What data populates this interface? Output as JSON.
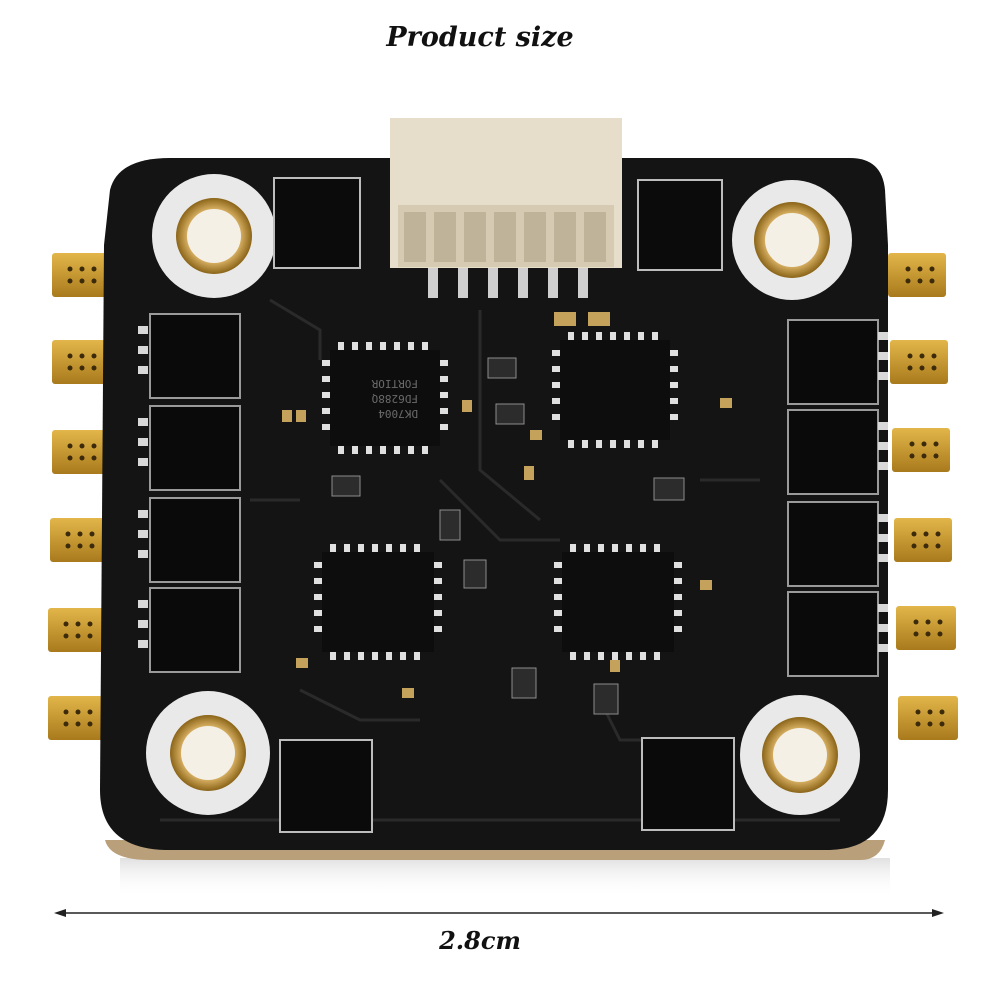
{
  "title": "Product size",
  "dimension": "2.8cm",
  "chip_markings": [
    "FORTIOR",
    "FD6288Q",
    "DK7004"
  ],
  "colors": {
    "pcb": "#151515",
    "pad_gold": "#c99a2e",
    "mount_ring": "#e9e9e9",
    "hole_gold": "#caa055",
    "connector": "#e7ddcb"
  }
}
